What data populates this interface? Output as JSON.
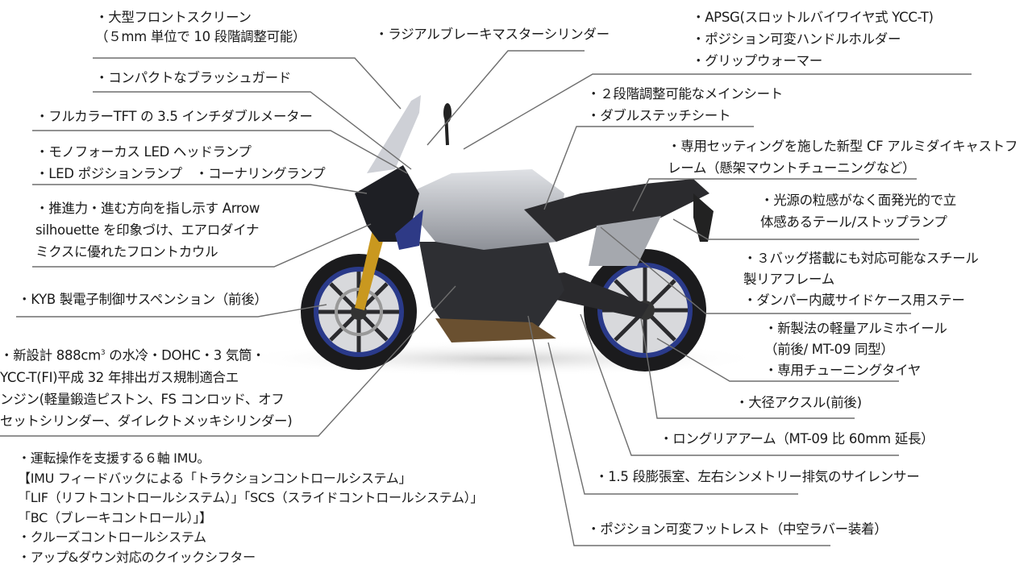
{
  "title": "Motorcycle feature callout diagram",
  "callouts": {
    "screen": [
      "・大型フロントスクリーン",
      "（５mm 単位で 10 段階調整可能）"
    ],
    "brake_master": [
      "・ラジアルブレーキマスターシリンダー"
    ],
    "brush_guard": [
      "・コンパクトなブラッシュガード"
    ],
    "meter": [
      "・フルカラーTFT の 3.5 インチダブルメーター"
    ],
    "lamps": [
      "・モノフォーカス LED ヘッドランプ",
      "・LED ポジションランプ　・コーナリングランプ"
    ],
    "front_cowl": [
      "・推進力・進む方向を指し示す  Arrow",
      " silhouette  を印象づけ、エアロダイナ",
      " ミクスに優れたフロントカウル"
    ],
    "suspension": [
      "・KYB 製電子制御サスペンション（前後）"
    ],
    "engine": {
      "line1_pre": "・新設計  888cm",
      "line1_sup": "3",
      "line1_post": " の水冷・DOHC・3  気筒・",
      "lines": [
        " YCC-T(FI)平成 32 年排出ガス規制適合エ",
        " ンジン(軽量鍛造ピストン、FS  コンロッド、オフ",
        " セットシリンダー、ダイレクトメッキシリンダー)"
      ]
    },
    "imu": [
      "・運転操作を支援する６軸 IMU。",
      "【IMU フィードバックによる「トラクションコントロールシステム」",
      " 「LIF（リフトコントロールシステム）」「SCS（スライドコントロールシステム）」",
      " 「BC（ブレーキコントロール）」】",
      "・クルーズコントロールシステム",
      "・アップ&ダウン対応のクイックシフター"
    ],
    "handlebar": [
      "・APSG(スロットルバイワイヤ式 YCC-T)",
      "・ポジション可変ハンドルホルダー",
      "・グリップウォーマー"
    ],
    "seat": [
      "・２段階調整可能なメインシート",
      "・ダブルステッチシート"
    ],
    "frame": [
      "・専用セッティングを施した新型 CF アルミダイキャストフ",
      " レーム（懸架マウントチューニングなど）"
    ],
    "tail_lamp": [
      "・光源の粒感がなく面発光的で立",
      " 体感あるテール/ストップランプ"
    ],
    "rear_frame": [
      "・３バッグ搭載にも対応可能なスチール",
      " 製リアフレーム",
      "・ダンパー内蔵サイドケース用ステー"
    ],
    "wheel": [
      "・新製法の軽量アルミホイール",
      " （前後/ MT-09 同型）",
      "・専用チューニングタイヤ"
    ],
    "axle": [
      "・大径アクスル(前後)"
    ],
    "rear_arm": [
      "・ロングリアアーム（MT-09 比 60mm 延長）"
    ],
    "silencer": [
      "・1.5 段膨張室、左右シンメトリー排気のサイレンサー"
    ],
    "footrest": [
      "・ポジション可変フットレスト（中空ラバー装着）"
    ]
  },
  "colors": {
    "text": "#1a1a1a",
    "leader": "#6e6e6e",
    "rim": "#2a3a8a",
    "tank": "#b9bcc2",
    "fork": "#c9981f"
  }
}
